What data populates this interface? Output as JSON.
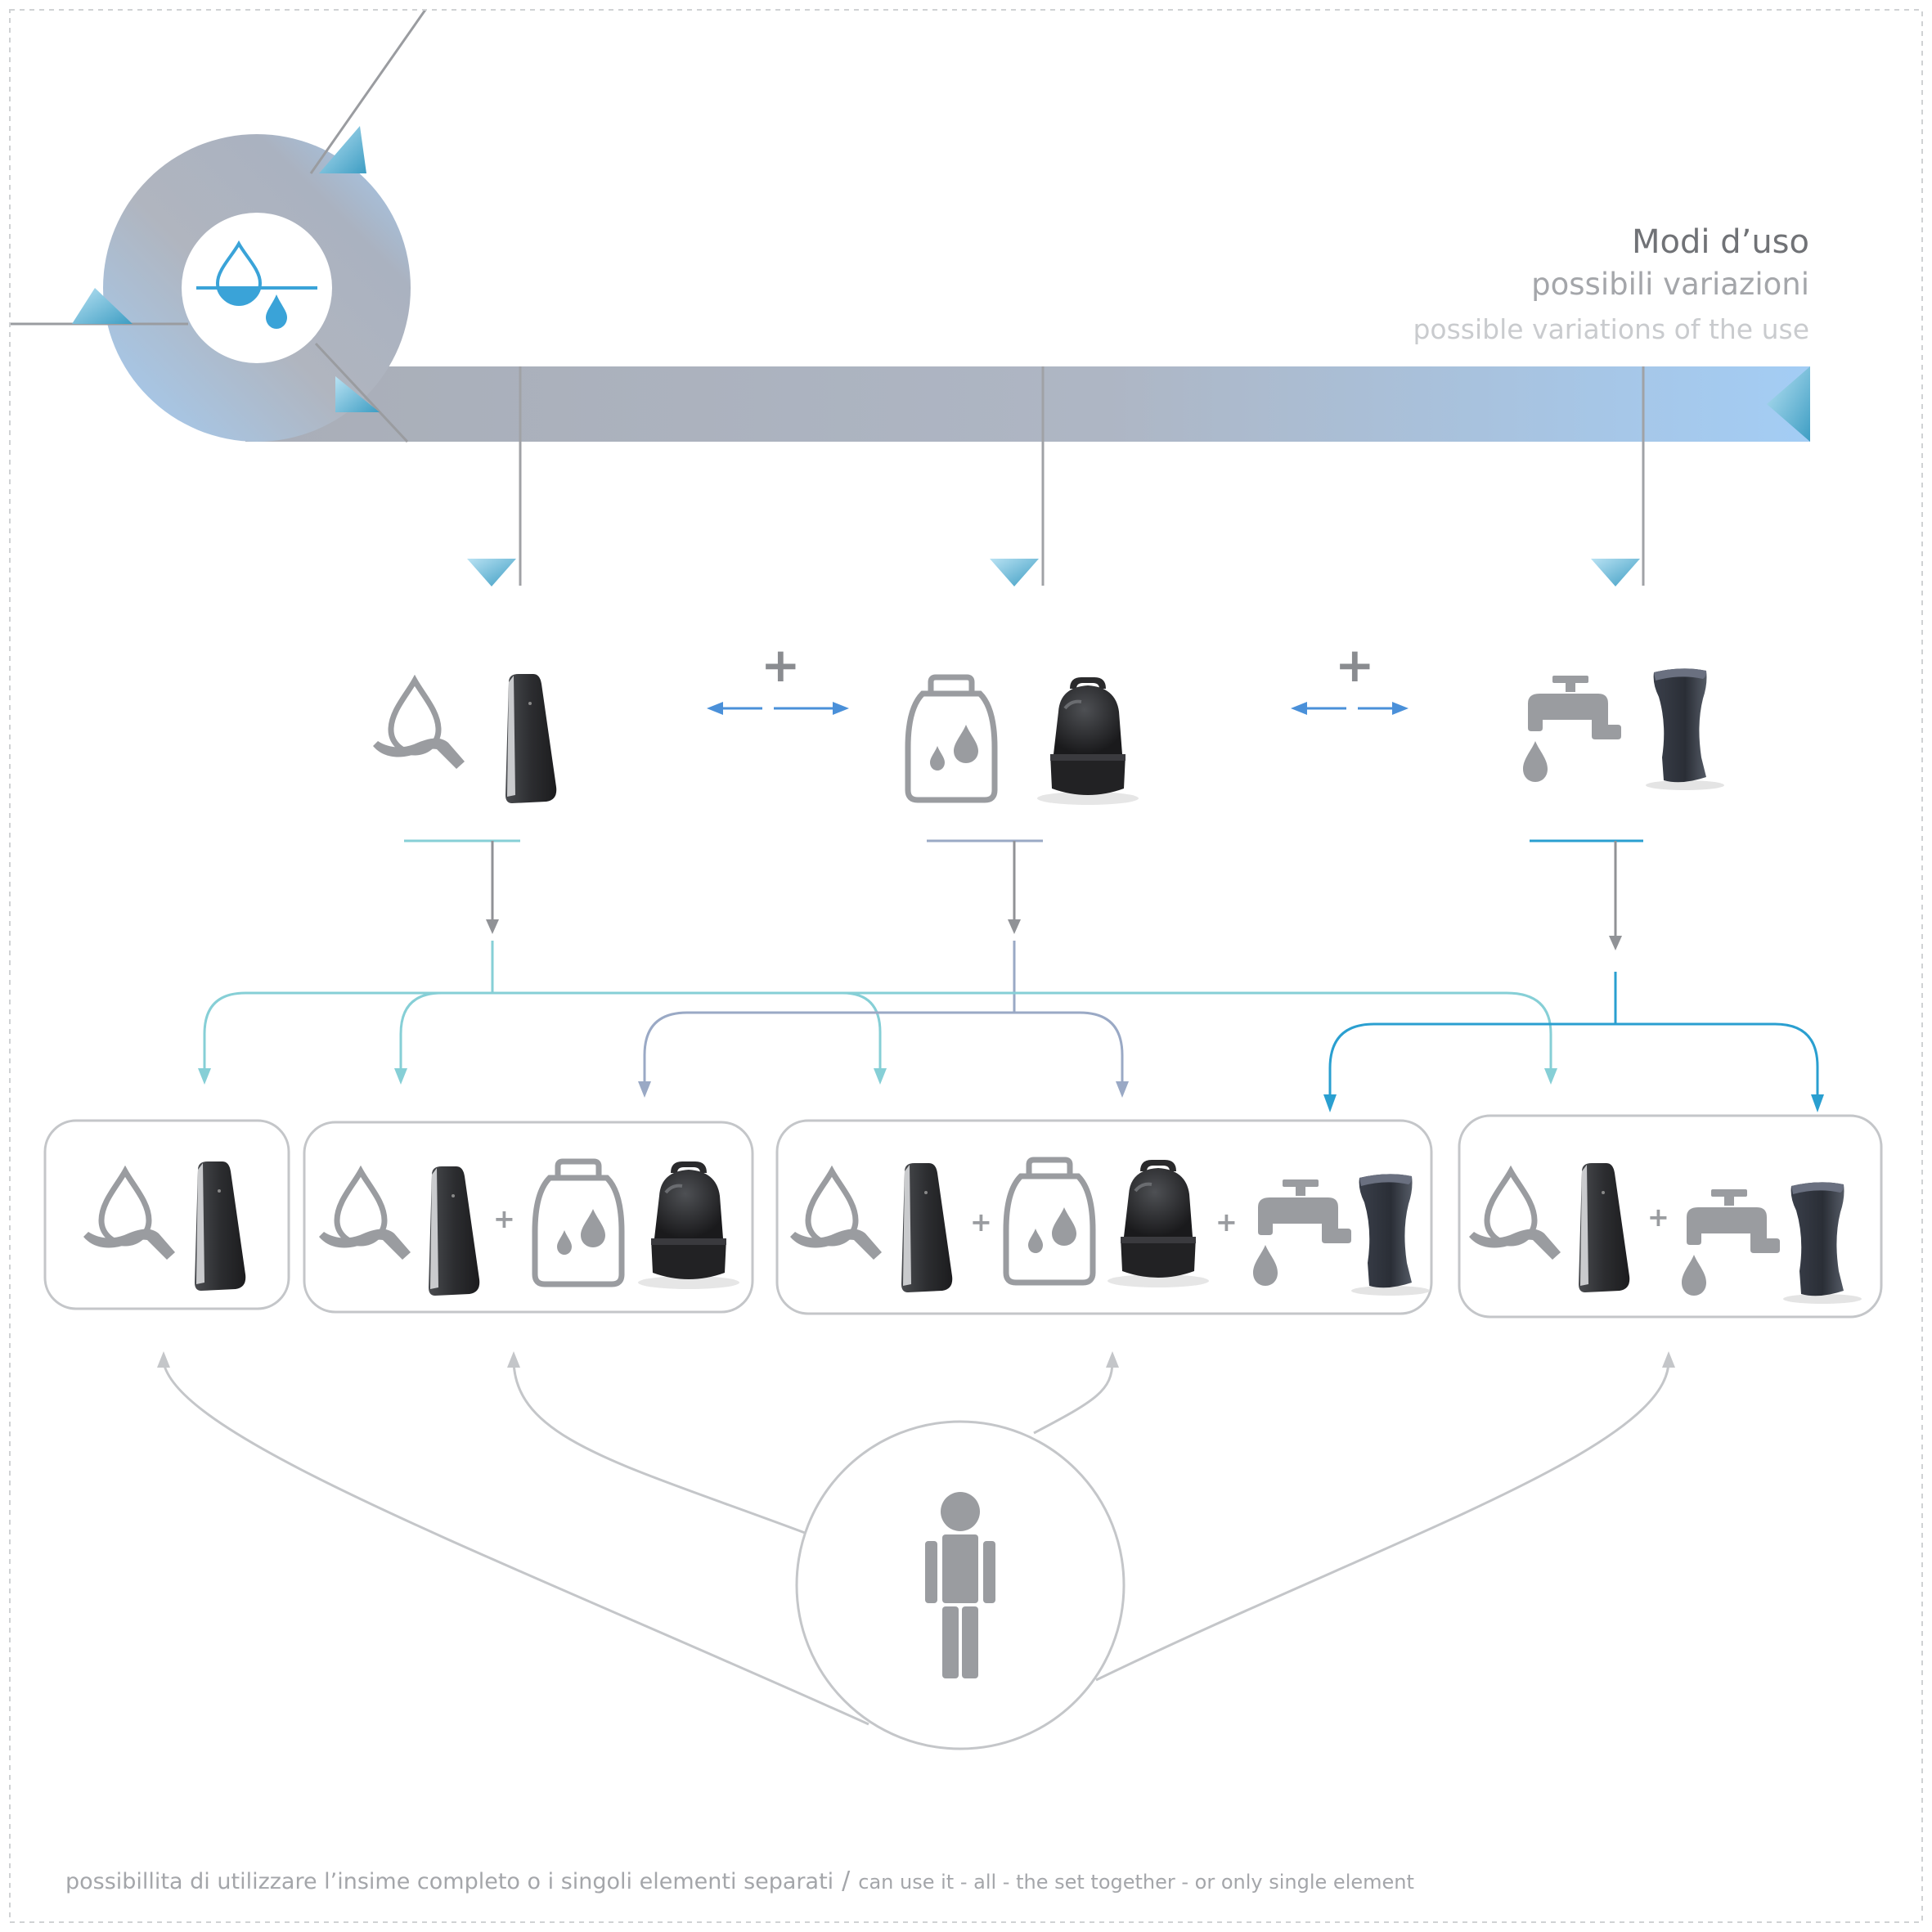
{
  "header": {
    "title": "Modi d’uso",
    "subtitle": "possibili variazioni",
    "subtitle_en": "possible variations of the use"
  },
  "footer": {
    "text_it": "possibillita di utilizzare l’insime completo o i singoli elementi separati",
    "separator": "/",
    "text_en": "can use it - all - the set together - or only single element"
  },
  "operators": {
    "plus": "+"
  },
  "modules": [
    {
      "icon": "hand-water-icon",
      "product": "wall-dispenser"
    },
    {
      "icon": "water-container-icon",
      "product": "tank-unit"
    },
    {
      "icon": "faucet-icon",
      "product": "tap-unit"
    }
  ],
  "combinations": [
    {
      "items": [
        "hand-water-icon"
      ]
    },
    {
      "items": [
        "hand-water-icon",
        "water-container-icon"
      ]
    },
    {
      "items": [
        "hand-water-icon",
        "water-container-icon",
        "faucet-icon"
      ]
    },
    {
      "items": [
        "hand-water-icon",
        "faucet-icon"
      ]
    }
  ],
  "colors": {
    "accent_blue": "#4a90d9",
    "teal": "#86cfd6",
    "slate": "#9aa9c5",
    "deep_blue": "#2a9fd0",
    "gray": "#9a9ca0",
    "icon_blue": "#3aa3d8",
    "band_gray": "#a9b0bd",
    "band_blue": "#a6cdf5"
  }
}
